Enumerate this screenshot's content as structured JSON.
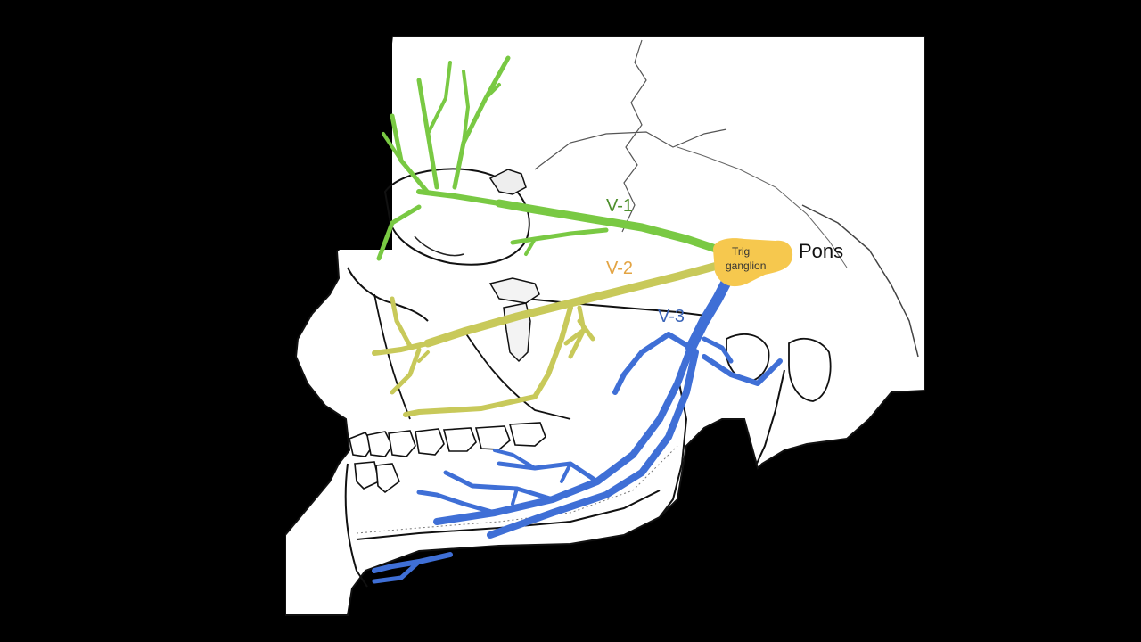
{
  "labels": {
    "v1": "V-1",
    "v2": "V-2",
    "v3": "V-3",
    "pons": "Pons",
    "ganglion_line1": "Trig",
    "ganglion_line2": "ganglion"
  },
  "colors": {
    "v1": "#79c943",
    "v1_text": "#4d8f2c",
    "v2": "#c8c95a",
    "v2_text": "#e3a443",
    "v3": "#3f6fd6",
    "v3_text": "#3a64b8",
    "ganglion": "#f6c84e",
    "background": "#000000",
    "skull_fill": "#ffffff",
    "outline": "#111111"
  }
}
